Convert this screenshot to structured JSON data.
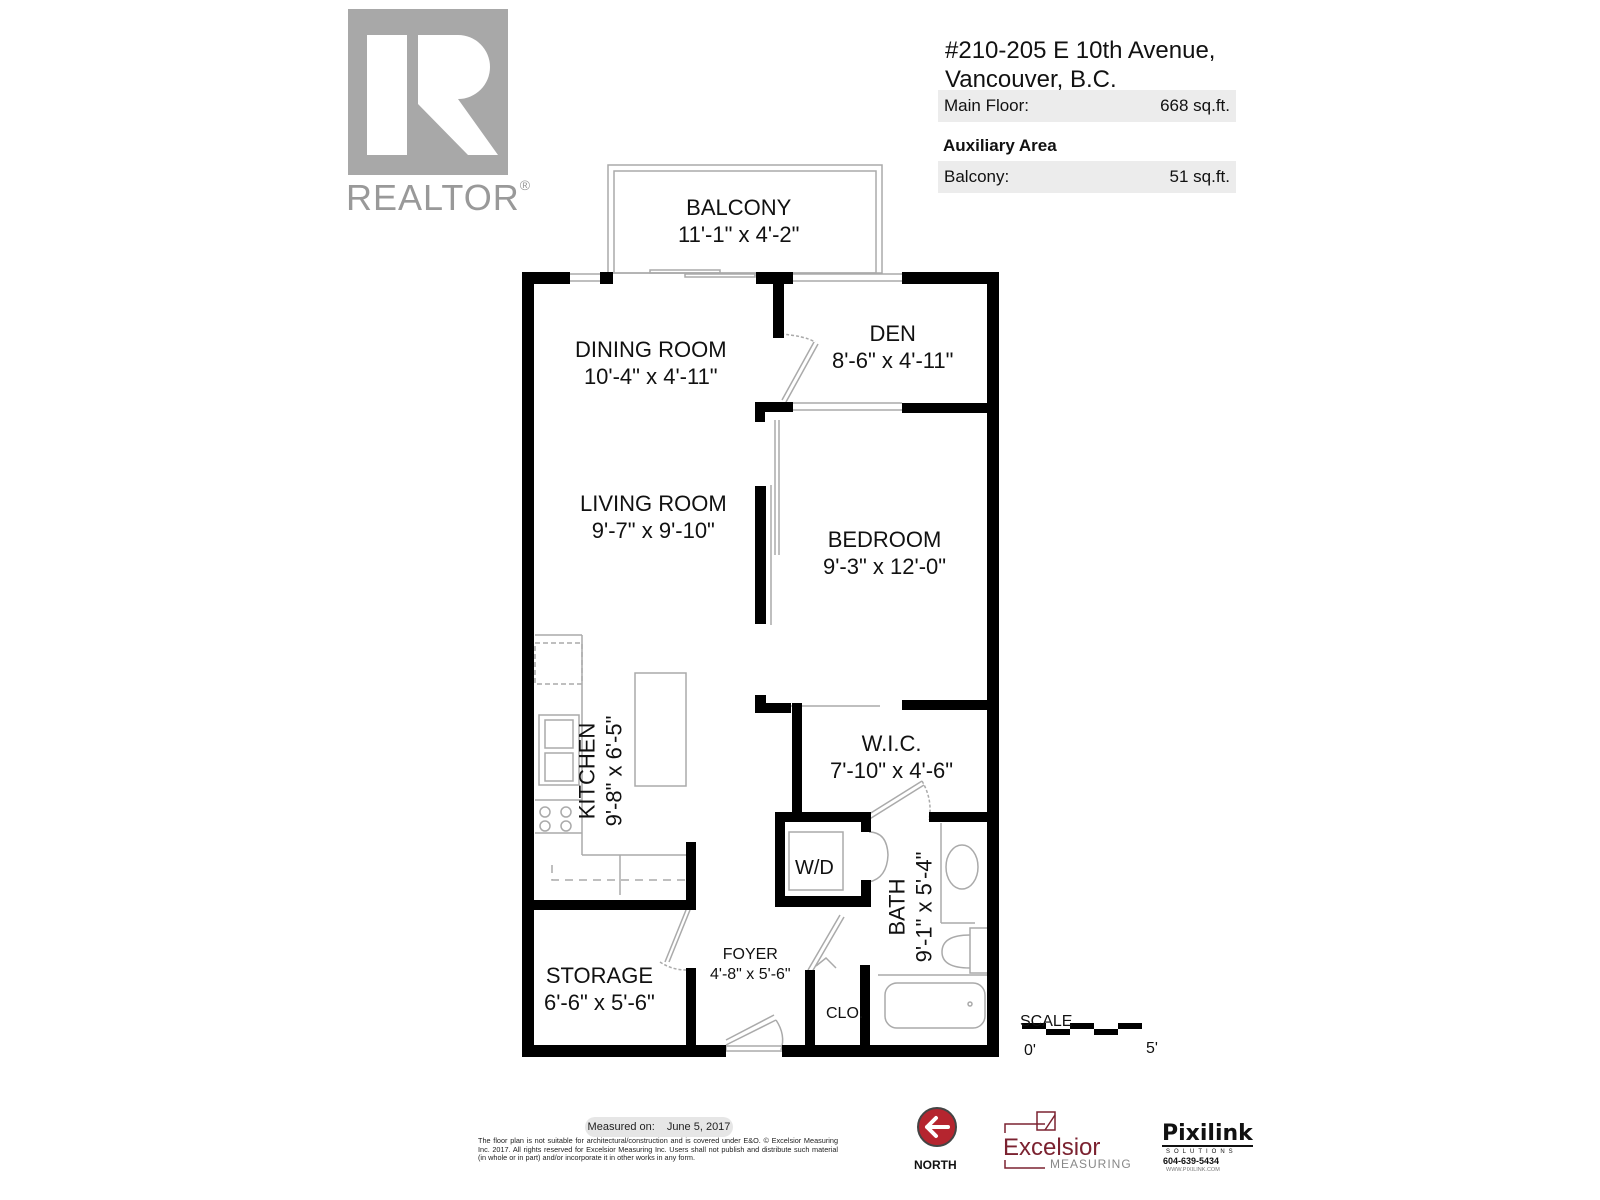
{
  "logo": {
    "name": "REALTOR",
    "mark": "®"
  },
  "header": {
    "address_line1": "#210-205 E 10th Avenue,",
    "address_line2": "Vancouver, B.C.",
    "main_floor_label": "Main Floor:",
    "main_floor_value": "668 sq.ft.",
    "aux_title": "Auxiliary Area",
    "balcony_label": "Balcony:",
    "balcony_value": "51 sq.ft."
  },
  "rooms": {
    "balcony": {
      "name": "BALCONY",
      "dims": "11'-1\"  x  4'-2\""
    },
    "dining": {
      "name": "DINING ROOM",
      "dims": "10'-4\" x  4'-11\""
    },
    "den": {
      "name": "DEN",
      "dims": "8'-6\"  x  4'-11\""
    },
    "living": {
      "name": "LIVING ROOM",
      "dims": "9'-7\"  x  9'-10\""
    },
    "bedroom": {
      "name": "BEDROOM",
      "dims": "9'-3\"  x  12'-0\""
    },
    "kitchen": {
      "name": "KITCHEN",
      "dims": "9'-8\"  x  6'-5\""
    },
    "wic": {
      "name": "W.I.C.",
      "dims": "7'-10\"  x  4'-6\""
    },
    "wd": {
      "name": "W/D"
    },
    "bath": {
      "name": "BATH",
      "dims": "9'-1\"  x  5'-4\""
    },
    "storage": {
      "name": "STORAGE",
      "dims": "6'-6\"  x  5'-6\""
    },
    "foyer": {
      "name": "FOYER",
      "dims": "4'-8\" x 5'-6\""
    },
    "closet": {
      "name": "CLO."
    }
  },
  "scale": {
    "label": "SCALE",
    "start": "0'",
    "end": "5'"
  },
  "footer": {
    "measured_label": "Measured on:",
    "measured_date": "June 5, 2017",
    "disclaimer": "The floor plan is not suitable for architectural/construction and is covered under E&O. © Excelsior Measuring Inc. 2017. All rights reserved for Excelsior Measuring Inc. Users shall not publish and distribute such material (in whole or in part) and/or incorporate it in other works in any form.",
    "north_label": "NORTH",
    "excelsior_name": "Excelsior",
    "excelsior_sub": "MEASURING",
    "pixilink_name": "Pixilink",
    "pixilink_sub": "SOLUTIONS",
    "pixilink_phone": "604-639-5434",
    "pixilink_web": "WWW.PIXILINK.COM"
  },
  "colors": {
    "wall": "#000000",
    "north_red": "#b5252f",
    "excelsior": "#7b2230",
    "logo_gray": "#a8a8a8",
    "row_bg": "#ececec"
  }
}
